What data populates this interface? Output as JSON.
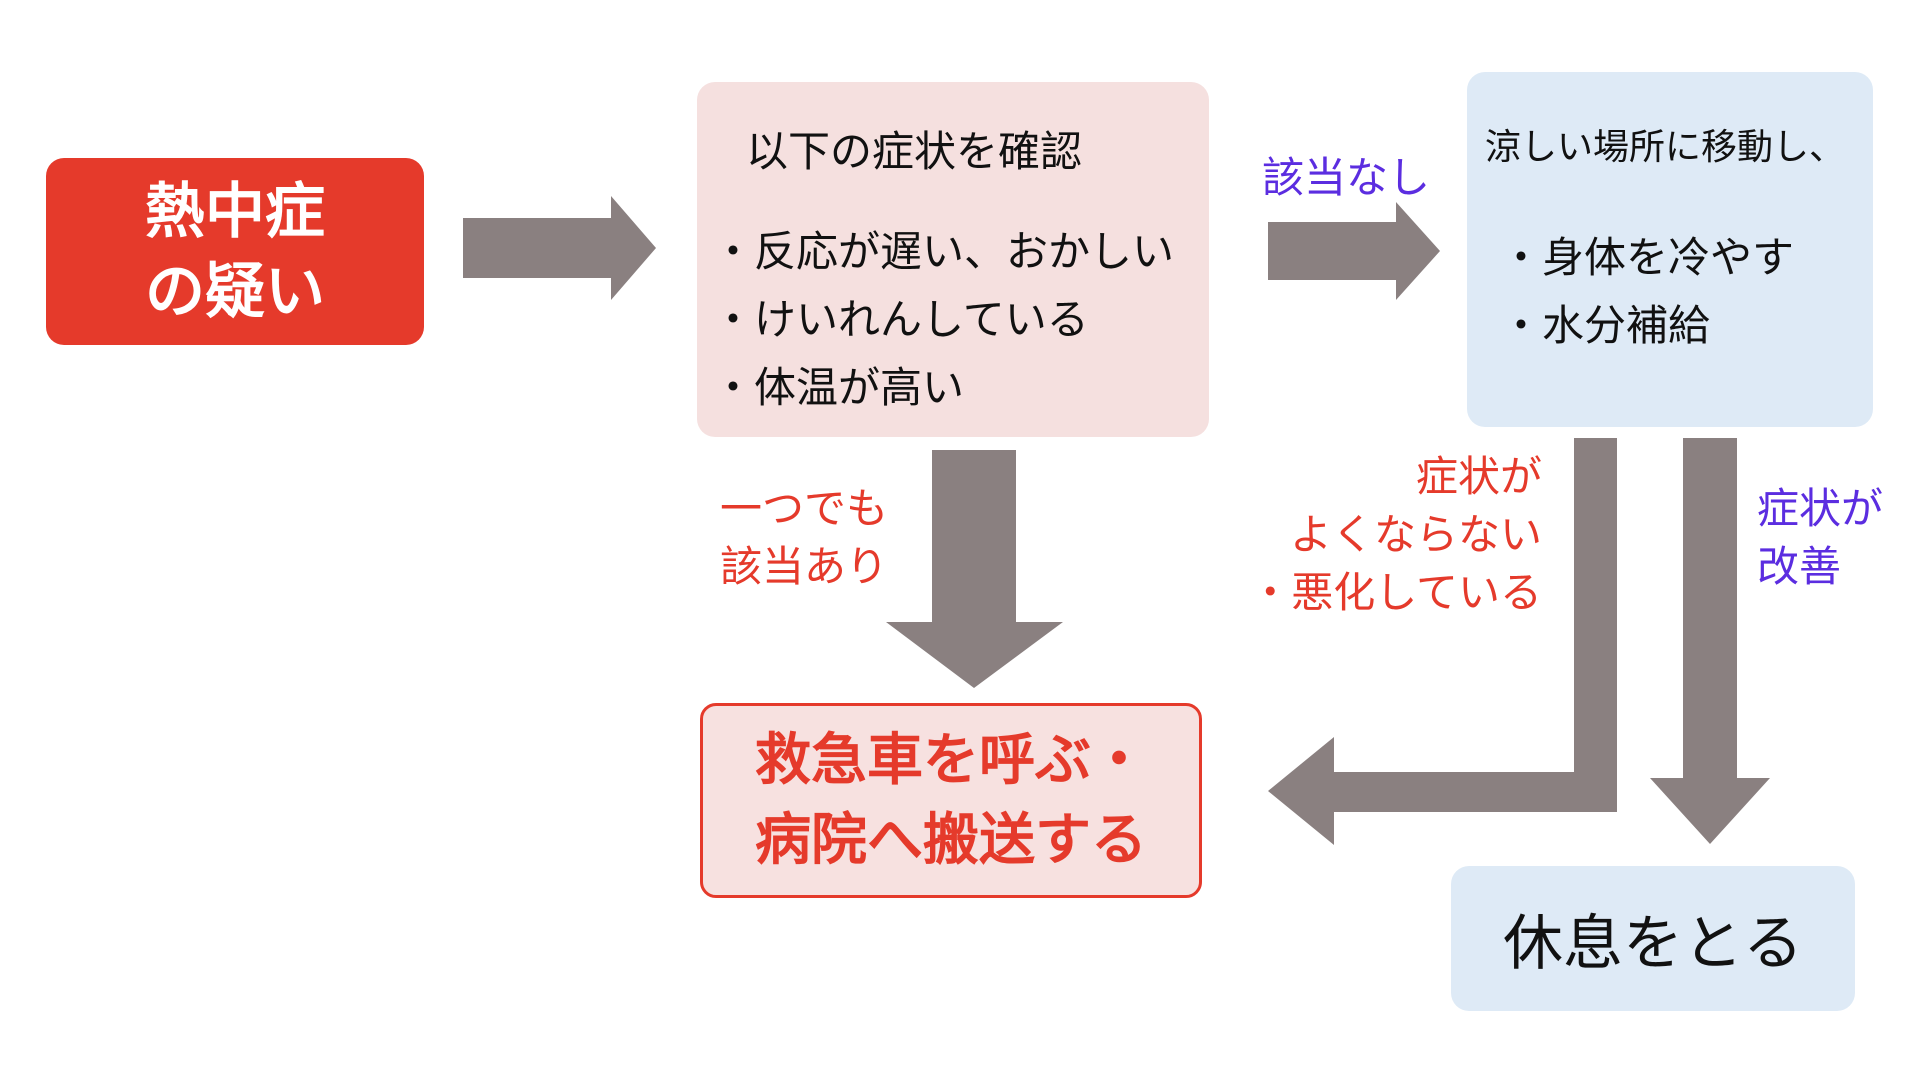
{
  "start": {
    "line1": "熱中症",
    "line2": "の疑い"
  },
  "check": {
    "title": "以下の症状を確認",
    "items": [
      "・反応が遅い、おかしい",
      "・けいれんしている",
      "・体温が高い"
    ]
  },
  "cool": {
    "title": "涼しい場所に移動し、",
    "items": [
      "・身体を冷やす",
      "・水分補給"
    ]
  },
  "emergency": {
    "line1": "救急車を呼ぶ・",
    "line2": "病院へ搬送する"
  },
  "rest": {
    "label": "休息をとる"
  },
  "labels": {
    "none": "該当なし",
    "any_line1": "一つでも",
    "any_line2": "該当あり",
    "worse_line1": "症状が",
    "worse_line2": "よくならない",
    "worse_line3": "・悪化している",
    "improved_line1": "症状が",
    "improved_line2": "改善"
  },
  "colors": {
    "start": "#e53a2b",
    "check_bg": "#f5e0df",
    "cool_bg": "#deeaf6",
    "emergency_border": "#e53a2b",
    "arrow": "#8a8080",
    "label_blue": "#5b2de0",
    "label_red": "#e53a2b"
  }
}
